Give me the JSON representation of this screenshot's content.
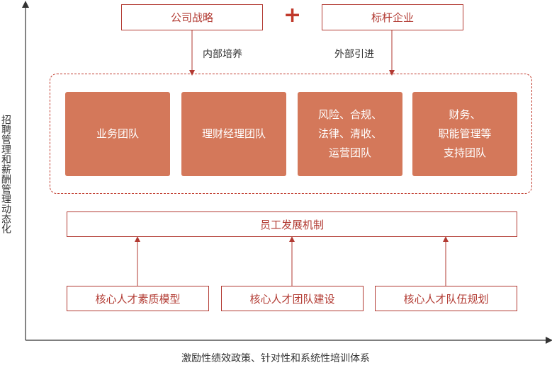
{
  "top": {
    "left_box": "公司战略",
    "plus": "+",
    "right_box": "标杆企业",
    "left_arrow_label": "内部培养",
    "right_arrow_label": "外部引进"
  },
  "teams": [
    "业务团队",
    "理财经理团队",
    "风险、合规、\n法律、清收、\n运营团队",
    "财务、\n职能管理等\n支持团队"
  ],
  "mechanism": "员工发展机制",
  "bottom_boxes": [
    "核心人才素质模型",
    "核心人才团队建设",
    "核心人才队伍规划"
  ],
  "y_axis_label": "招聘管理和薪酬管理动态化",
  "x_axis_label": "激励性绩效政策、针对性和系统性培训体系",
  "colors": {
    "accent": "#b23a32",
    "team_fill": "#d4785a",
    "axis": "#333333"
  }
}
